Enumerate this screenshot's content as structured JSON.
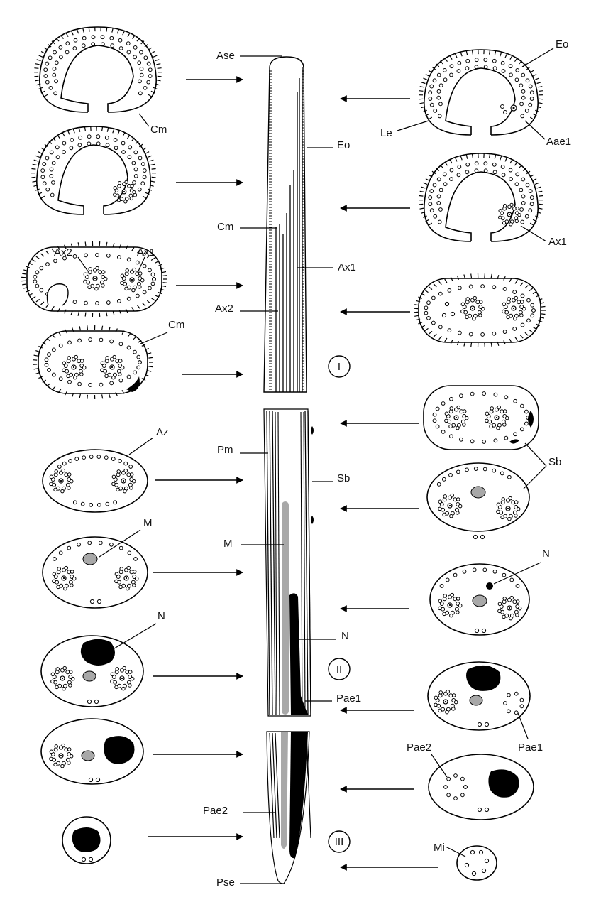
{
  "labels": {
    "ase": "Ase",
    "eo_top": "Eo",
    "le": "Le",
    "aae1": "Aae1",
    "cm_1": "Cm",
    "eo_shaft": "Eo",
    "cm_shaft": "Cm",
    "ax1_shaft": "Ax1",
    "ax1_right": "Ax1",
    "ax2_left": "Ax2",
    "ax1_left": "Ax1",
    "ax2_shaft": "Ax2",
    "cm_2": "Cm",
    "az": "Az",
    "pm": "Pm",
    "sb_shaft": "Sb",
    "sb_right": "Sb",
    "m_left": "M",
    "m_shaft": "M",
    "n_right": "N",
    "n_left": "N",
    "n_shaft": "N",
    "pae1_shaft": "Pae1",
    "pae1_right": "Pae1",
    "pae2_right": "Pae2",
    "pae2_shaft": "Pae2",
    "mi": "Mi",
    "pse": "Pse"
  },
  "zones": {
    "zone_1": "I",
    "zone_2": "II",
    "zone_3": "III"
  },
  "colors": {
    "line": "#000000",
    "mitochondrion": "#a8a8a8",
    "nucleus": "#000000",
    "background": "#ffffff"
  }
}
